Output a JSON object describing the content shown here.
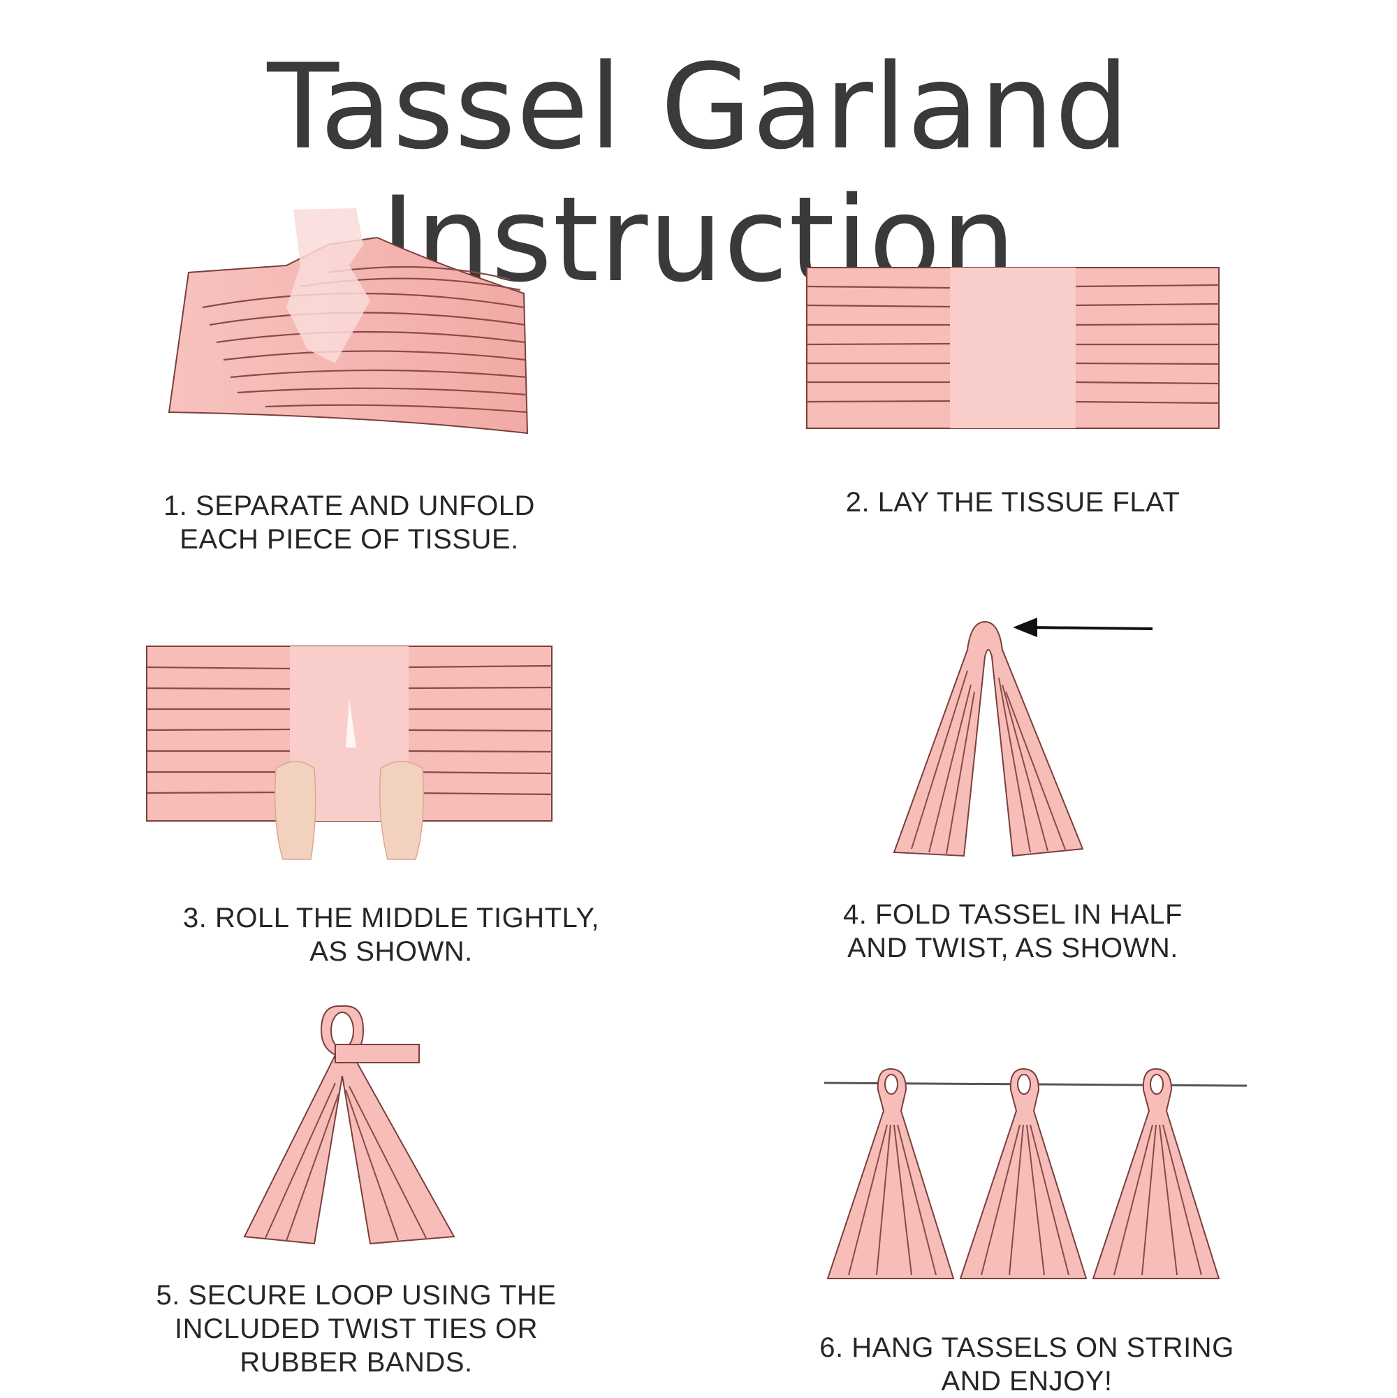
{
  "title": "Tassel Garland Instruction",
  "colors": {
    "tissue": "#f5b8b4",
    "tissue_light": "#f8cdca",
    "outline": "#7a3f3c",
    "text": "#262626"
  },
  "steps": [
    {
      "lines": [
        "1. SEPARATE AND UNFOLD",
        "EACH PIECE OF TISSUE."
      ],
      "icon": "unfolding-tissue-illustration"
    },
    {
      "lines": [
        "2. LAY THE TISSUE FLAT"
      ],
      "icon": "flat-tissue-illustration"
    },
    {
      "lines": [
        "3. ROLL THE MIDDLE TIGHTLY,",
        "AS SHOWN."
      ],
      "icon": "rolling-tissue-illustration"
    },
    {
      "lines": [
        "4. FOLD TASSEL IN HALF",
        "AND TWIST, AS SHOWN."
      ],
      "icon": "folded-tassel-illustration"
    },
    {
      "lines": [
        "5. SECURE LOOP USING THE",
        "INCLUDED TWIST TIES OR",
        "RUBBER BANDS."
      ],
      "icon": "secured-tassel-illustration"
    },
    {
      "lines": [
        "6. HANG TASSELS ON STRING",
        "AND ENJOY!"
      ],
      "icon": "hanging-garland-illustration"
    }
  ]
}
